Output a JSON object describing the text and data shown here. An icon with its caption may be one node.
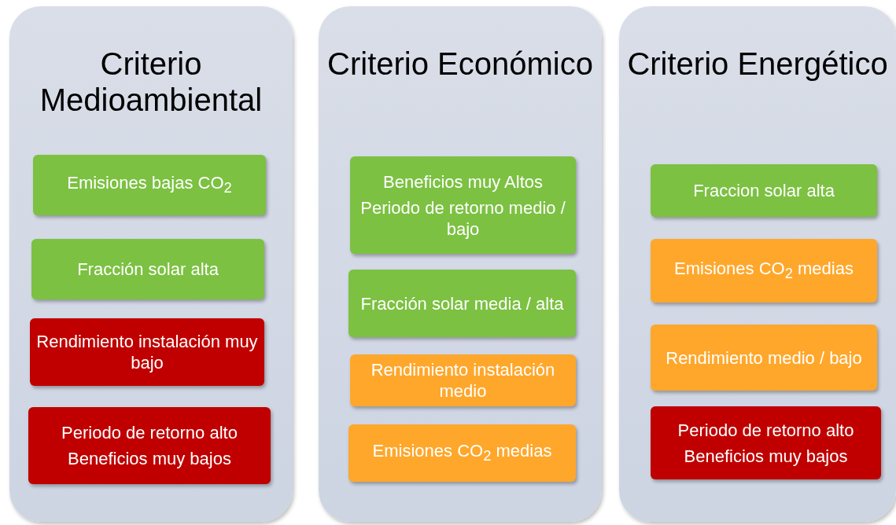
{
  "diagram": {
    "nodes": [
      {
        "text": [
          "Criterio Medioambiental"
        ]
      },
      {
        "text": [
          "Emisiones bajas CO$_{2}$"
        ],
        "in": 0
      },
      {
        "text": [
          "Fracción solar alta"
        ],
        "in": 0
      },
      {
        "text": [
          "Rendimiento instalación muy bajo"
        ],
        "in": 0
      },
      {
        "text": [
          "Periodo de retorno alto",
          "Beneficios muy bajos"
        ],
        "in": 0
      },
      {
        "text": [
          "Criterio Económico"
        ]
      },
      {
        "text": [
          "Beneficios muy Altos",
          "Periodo de retorno medio / bajo"
        ],
        "in": 5
      },
      {
        "text": [
          "Fracción solar media / alta"
        ],
        "in": 5
      },
      {
        "text": [
          "Rendimiento instalación medio"
        ],
        "in": 5
      },
      {
        "text": [
          "Emisiones CO$_{2}$ medias"
        ],
        "in": 5
      },
      {
        "text": [
          "Criterio Energético"
        ]
      },
      {
        "text": [
          "Fraccion solar alta"
        ],
        "in": 10
      },
      {
        "text": [
          "Emisiones CO$_{2}$ medias"
        ],
        "in": 10
      },
      {
        "text": [
          "Rendimiento medio / bajo"
        ],
        "in": 10
      },
      {
        "text": [
          "Periodo de retorno alto",
          "Beneficios muy bajos"
        ],
        "in": 10
      }
    ],
    "edges": []
  }
}
